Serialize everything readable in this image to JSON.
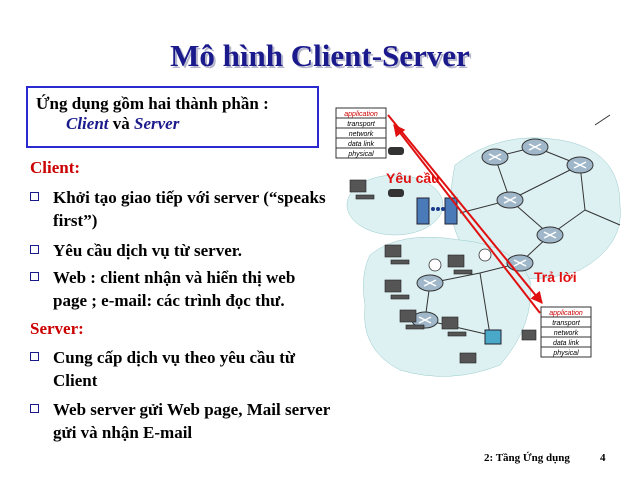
{
  "slide": {
    "title": "Mô hình Client-Server",
    "intro": {
      "line1": "Ứng dụng gồm hai thành phần :",
      "client": "Client",
      "and": "và",
      "server": "Server"
    },
    "client_heading": "Client:",
    "client_bullets": [
      "Khởi tạo giao tiếp với server (“speaks first”)",
      "Yêu cầu dịch vụ từ server.",
      "Web : client nhận và hiển thị web page ; e-mail: các trình đọc thư."
    ],
    "server_heading": "Server:",
    "server_bullets": [
      "Cung cấp dịch vụ theo yêu cầu từ Client",
      "Web server gửi Web page, Mail server gửi và nhận E-mail"
    ],
    "footer": {
      "chapter": "2: Tầng Ứng dụng",
      "page": "4"
    }
  },
  "diagram": {
    "stack_layers": [
      "application",
      "transport",
      "network",
      "data link",
      "physical"
    ],
    "request_label": "Yêu cầu",
    "reply_label": "Trả lời"
  },
  "colors": {
    "title": "#1a1a8c",
    "heading": "#cc0000",
    "box_border": "#2a2ad0",
    "arrow": "#e01010"
  }
}
